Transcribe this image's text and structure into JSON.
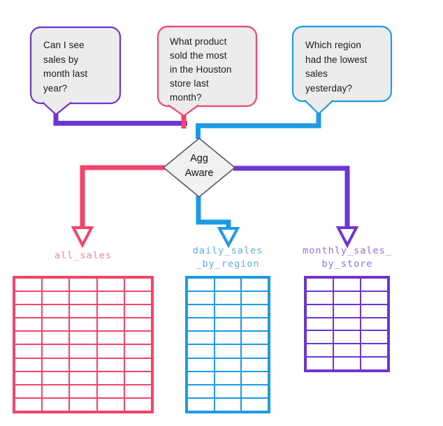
{
  "colors": {
    "pink": "#f4436b",
    "blue": "#1d9ae4",
    "purple": "#6d35d3",
    "bubble_fill": "#ececec",
    "diamond_fill": "#f1f1f1",
    "diamond_border": "#595959",
    "label_pink": "#f5859f",
    "label_blue": "#5fa9e9",
    "label_purple": "#9171dc"
  },
  "bubbles": [
    {
      "text": "Can I see\nsales by\nmonth last\nyear?"
    },
    {
      "text": "What product\nsold the most\nin the Houston\nstore last\nmonth?"
    },
    {
      "text": "Which region\nhad the lowest\nsales\nyesterday?"
    }
  ],
  "decision": {
    "label": "Agg\nAware"
  },
  "tables": [
    {
      "name": "all_sales",
      "label": "all_sales",
      "color": "#f4436b",
      "label_color": "#f5859f",
      "cols": 5,
      "rows": 10
    },
    {
      "name": "daily_sales_by_region",
      "label": "daily_sales\n_by_region",
      "color": "#1d9ae4",
      "label_color": "#5fa9e9",
      "cols": 3,
      "rows": 10
    },
    {
      "name": "monthly_sales_by_store",
      "label": "monthly_sales_\nby_store",
      "color": "#6d35d3",
      "label_color": "#9171dc",
      "cols": 3,
      "rows": 7
    }
  ]
}
